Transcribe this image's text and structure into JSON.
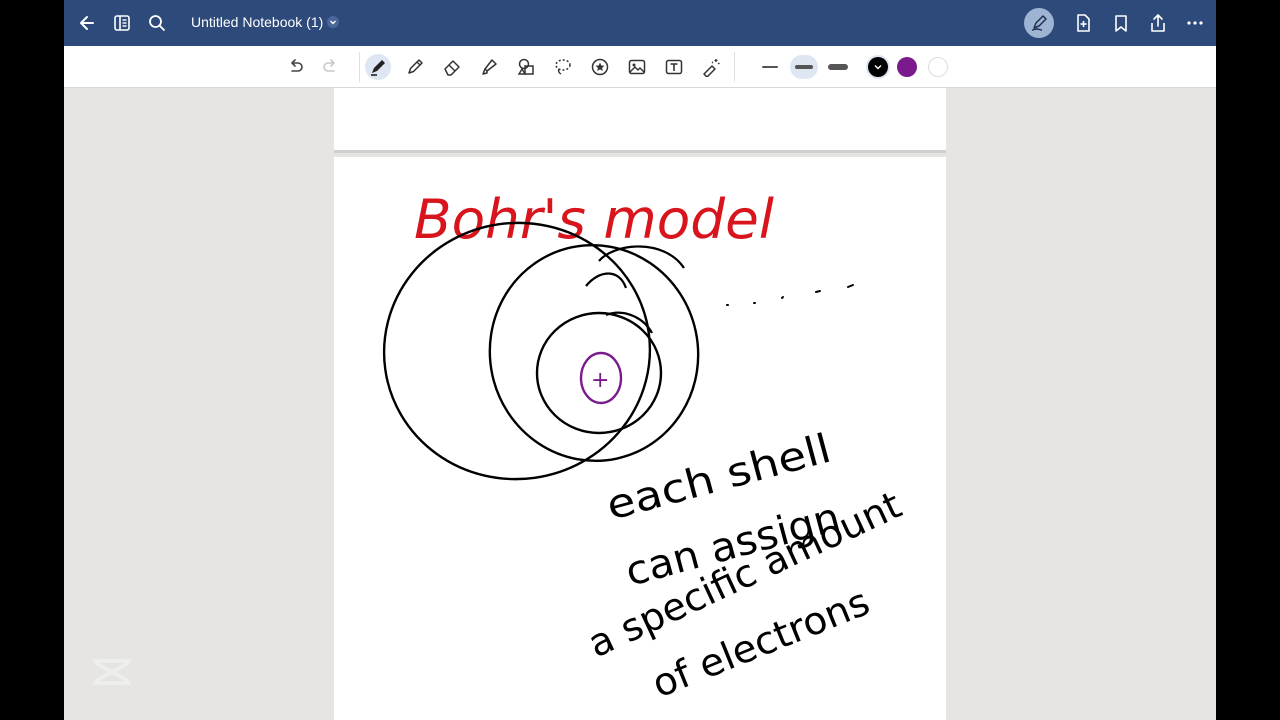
{
  "header": {
    "back_icon": "arrow-left-icon",
    "sidebar_icon": "notebook-sidebar-icon",
    "search_icon": "search-icon",
    "title": "Untitled Notebook (1)",
    "title_chevron_icon": "chevron-down-icon",
    "right_icons": [
      "pen-mode-icon",
      "add-page-icon",
      "bookmark-icon",
      "share-icon",
      "more-icon"
    ]
  },
  "toolbar": {
    "tools": [
      "undo-icon",
      "redo-icon",
      "pen-icon",
      "pencil-icon",
      "eraser-icon",
      "highlighter-icon",
      "shapes-icon",
      "lasso-icon",
      "sticker-icon",
      "image-icon",
      "text-icon",
      "laser-pointer-icon"
    ],
    "active_tool": "pen-icon",
    "stroke_widths": [
      "thin",
      "medium",
      "thick"
    ],
    "active_stroke": "medium",
    "colors": [
      "#000000",
      "#7a1a8c",
      "#ffffff"
    ],
    "active_color": "#000000"
  },
  "canvas": {
    "heading": "Bohr's model",
    "heading_color": "#d8141c",
    "nucleus_label": "+",
    "nucleus_color": "#7a1a8c",
    "note_lines": [
      "each shell",
      "can assign",
      "a specific amount",
      "of electrons"
    ]
  }
}
